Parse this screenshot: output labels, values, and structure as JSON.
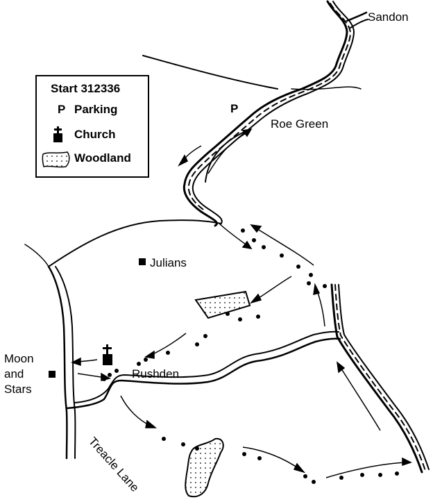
{
  "legend": {
    "title": "Start 312336",
    "parking": {
      "symbol": "P",
      "label": "Parking"
    },
    "church": {
      "label": "Church",
      "icon": "church-cross-icon"
    },
    "woodland": {
      "label": "Woodland",
      "icon": "woodland-dots-icon"
    }
  },
  "places": {
    "sandon": "Sandon",
    "roe_green": "Roe Green",
    "parking_marker": "P",
    "julians": "Julians",
    "moon_line1": "Moon",
    "moon_line2": "and",
    "moon_line3": "Stars",
    "rushden": "Rushden",
    "treacle_lane": "Treacle Lane"
  },
  "colors": {
    "ink": "#000000",
    "paper": "#ffffff"
  }
}
